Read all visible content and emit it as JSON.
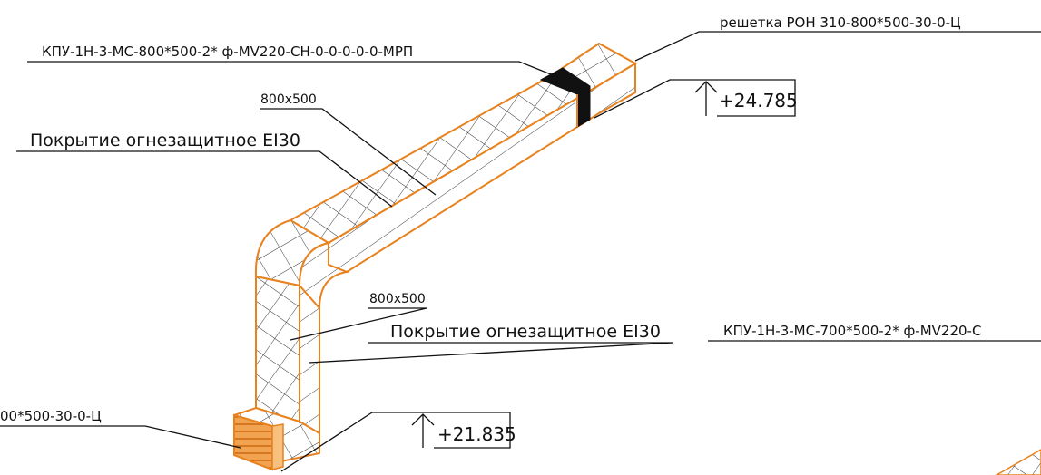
{
  "labels": {
    "grille_top": "решетка РОН 310-800*500-30-0-Ц",
    "damper_top": "КПУ-1Н-3-МС-800*500-2* ф-MV220-СН-0-0-0-0-0-МРП",
    "size_top": "800x500",
    "coating_top": "Покрытие огнезащитное EI30",
    "size_bottom": "800x500",
    "coating_bottom": "Покрытие огнезащитное EI30",
    "damper_right": "КПУ-1Н-3-МС-700*500-2* ф-MV220-С",
    "grille_bottom": "00*500-30-0-Ц"
  },
  "elevations": {
    "top": "+24.785",
    "bottom": "+21.835"
  },
  "colors": {
    "duct_outline": "#e8821e",
    "hatch": "#2a2a2a",
    "leader": "#111111",
    "damper_band": "#111111",
    "grille_fill": "#f2a350",
    "background": "#ffffff"
  }
}
